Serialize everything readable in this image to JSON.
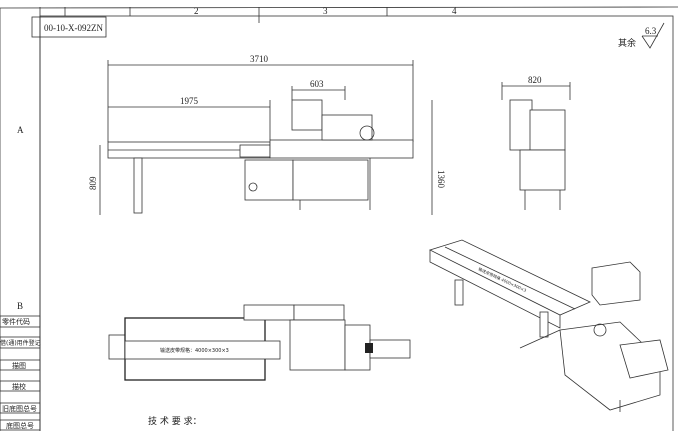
{
  "drawing_number": "00-10-X-092ZN",
  "zones": {
    "top": [
      "2",
      "3",
      "4"
    ],
    "left": [
      "A",
      "B"
    ]
  },
  "roughness": {
    "value": "6.3",
    "label": "其余"
  },
  "dimensions": {
    "overall_length": "3710",
    "head_width": "603",
    "infeed_length": "1975",
    "height": "1360",
    "infeed_height": "809",
    "side_width": "820"
  },
  "side_table": [
    "零件代码",
    "借(通)用件登记",
    "描图",
    "描校",
    "旧底图总号",
    "底图总号"
  ],
  "belt_label": "输送皮带规格：4000×300×3",
  "iso_belt_label": "输送皮带规格 4000×300×3",
  "tech_requirements": "技 术 要 求："
}
